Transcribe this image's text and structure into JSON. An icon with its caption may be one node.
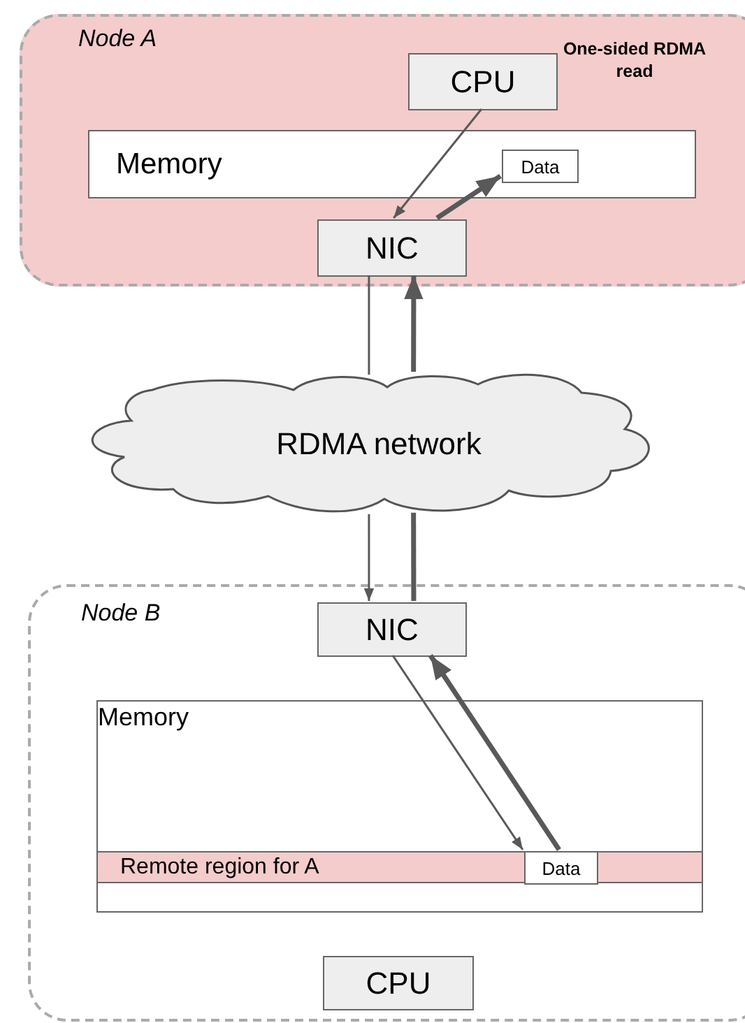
{
  "diagram": {
    "nodes": [
      {
        "text": [
          "Node A"
        ]
      },
      {
        "text": [
          "CPU"
        ],
        "in": 0
      },
      {
        "text": [
          "Memory"
        ],
        "in": 0
      },
      {
        "text": [
          "Data"
        ],
        "in": 2
      },
      {
        "text": [
          "NIC"
        ],
        "in": 0
      },
      {
        "text": [
          "RDMA network"
        ]
      },
      {
        "text": [
          "Node B"
        ]
      },
      {
        "text": [
          "NIC"
        ],
        "in": 6
      },
      {
        "text": [
          "Memory"
        ],
        "in": 6
      },
      {
        "text": [
          "Remote region for A"
        ],
        "in": 8
      },
      {
        "text": [
          "Data"
        ],
        "in": 9
      },
      {
        "text": [
          "CPU"
        ],
        "in": 6
      }
    ],
    "edges": [
      {
        "from": 1,
        "to": 4,
        "arrow": "to"
      },
      {
        "from": 4,
        "to": 3,
        "arrow": "to",
        "style": "thick"
      },
      {
        "from": 4,
        "to": 5,
        "arrow": "none"
      },
      {
        "from": 5,
        "to": 7,
        "arrow": "to"
      },
      {
        "from": 7,
        "to": 5,
        "arrow": "none",
        "style": "thick"
      },
      {
        "from": 5,
        "to": 4,
        "arrow": "to",
        "style": "thick"
      },
      {
        "from": 7,
        "to": 10,
        "arrow": "to"
      },
      {
        "from": 10,
        "to": 7,
        "arrow": "to",
        "style": "thick"
      }
    ],
    "labels": [
      "One-sided RDMA read"
    ]
  }
}
